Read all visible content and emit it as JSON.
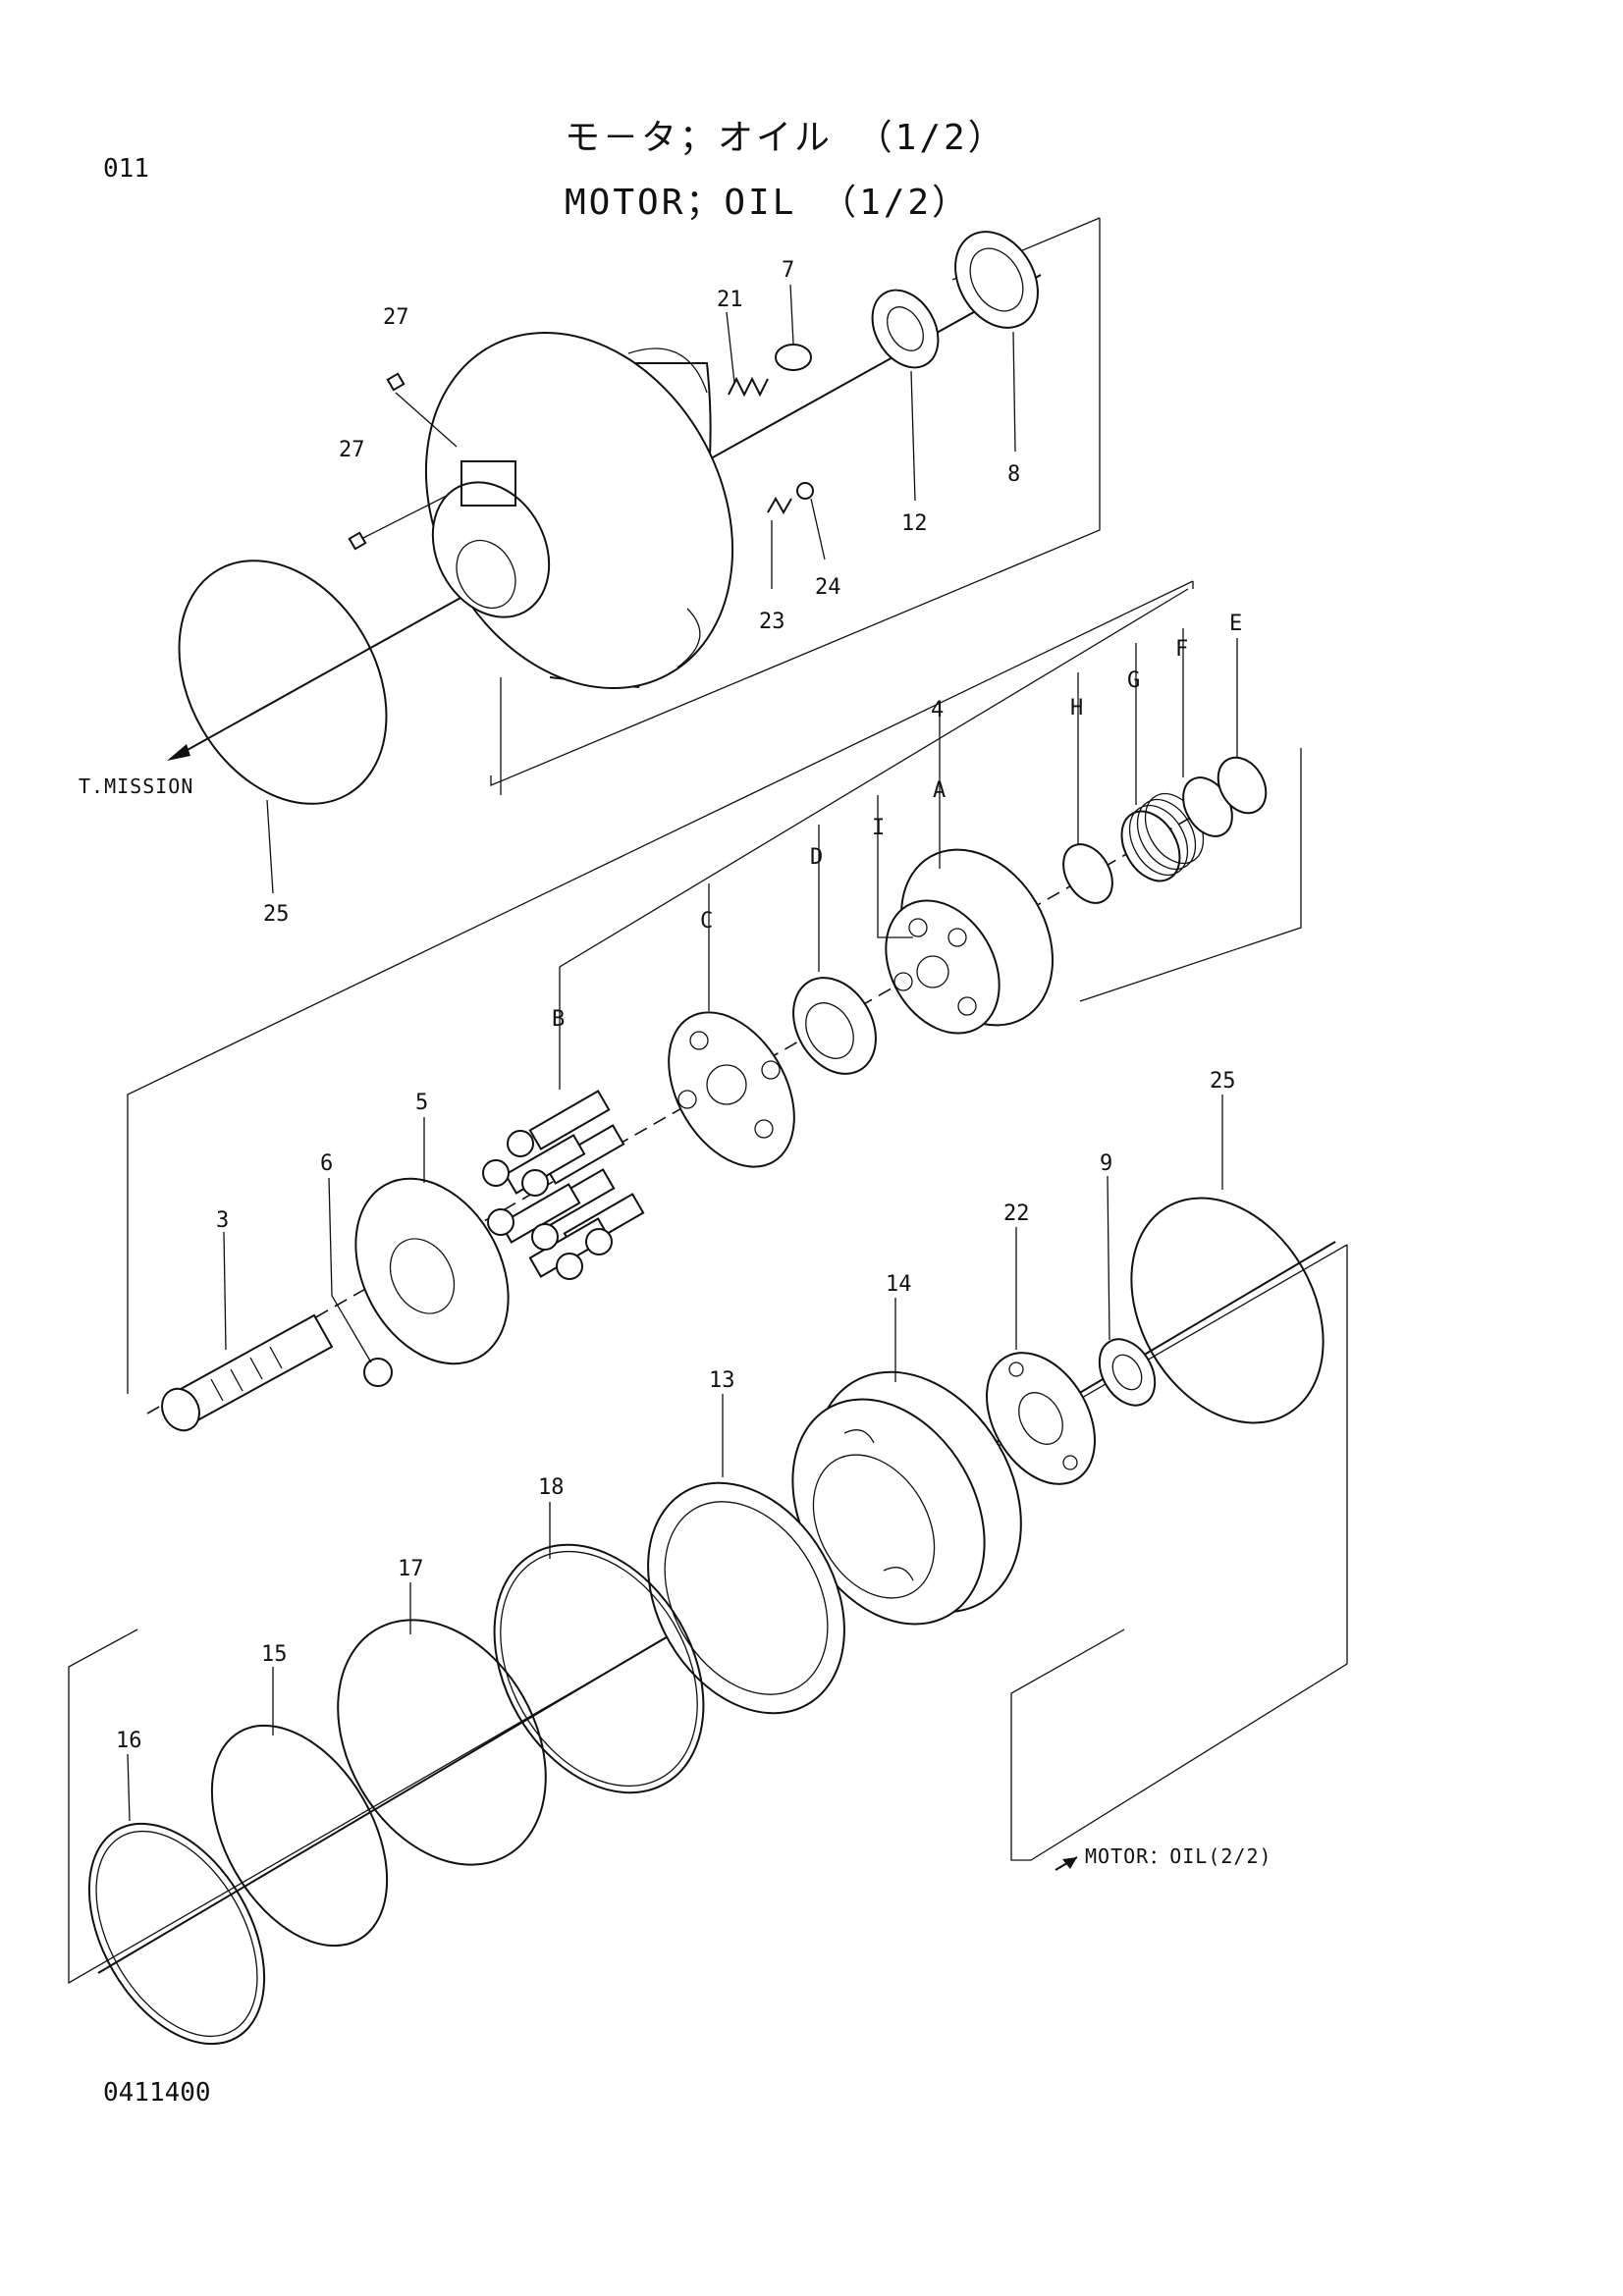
{
  "page": {
    "page_number": "011",
    "title_jp": "モ－タ；オイル （1/2）",
    "title_en": "MOTOR；OIL （1/2）",
    "drawing_number": "0411400"
  },
  "references": {
    "transmission": "T.MISSION",
    "continuation": "MOTOR：OIL(2/2)"
  },
  "callouts": {
    "c27a": "27",
    "c27b": "27",
    "c21": "21",
    "c7": "7",
    "c8": "8",
    "c12": "12",
    "c24": "24",
    "c23": "23",
    "c25a": "25",
    "c25b": "25",
    "c4": "4",
    "cA": "A",
    "cB": "B",
    "cC": "C",
    "cD": "D",
    "cE": "E",
    "cF": "F",
    "cG": "G",
    "cH": "H",
    "cI": "I",
    "c3": "3",
    "c5": "5",
    "c6": "6",
    "c9": "9",
    "c22": "22",
    "c14": "14",
    "c13": "13",
    "c18": "18",
    "c17": "17",
    "c15": "15",
    "c16": "16"
  }
}
